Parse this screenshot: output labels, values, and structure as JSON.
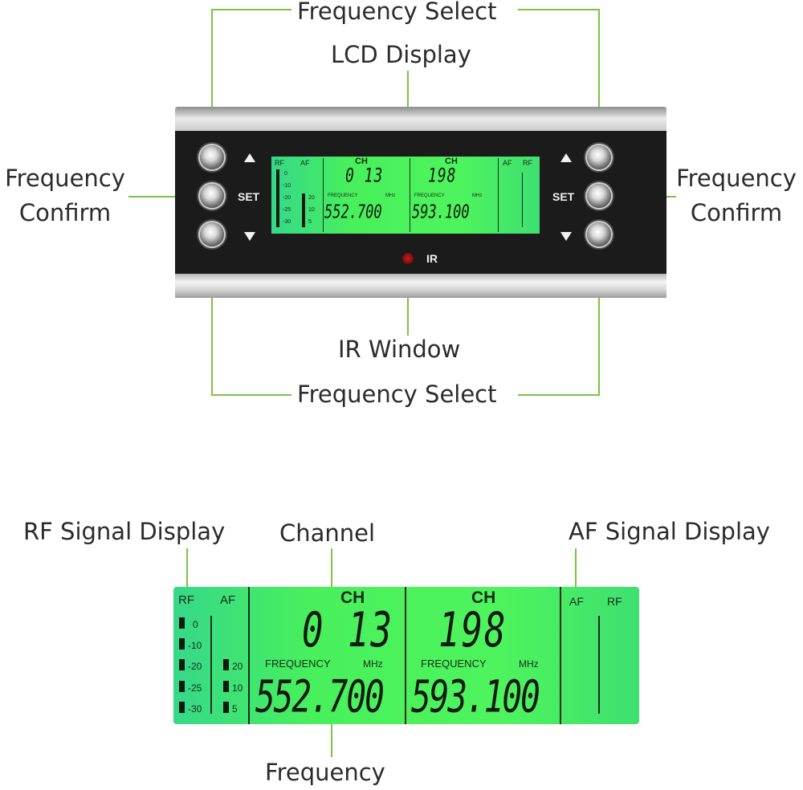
{
  "labels": {
    "freq_select_top": "Frequency Select",
    "lcd_display": "LCD Display",
    "freq_confirm_left_1": "Frequency",
    "freq_confirm_left_2": "Confirm",
    "freq_confirm_right_1": "Frequency",
    "freq_confirm_right_2": "Confirm",
    "ir_window": "IR Window",
    "freq_select_bottom": "Frequency Select",
    "rf_signal_display": "RF Signal Display",
    "channel": "Channel",
    "af_signal_display": "AF Signal Display",
    "frequency": "Frequency"
  },
  "device": {
    "set_label": "SET",
    "ir_label": "IR"
  },
  "lcd": {
    "rf_label": "RF",
    "af_label": "AF",
    "rf_scale": [
      "0",
      "-10",
      "-20",
      "-25",
      "-30"
    ],
    "af_scale": [
      "20",
      "10",
      "5"
    ],
    "ch_label": "CH",
    "frequency_label": "FREQUENCY",
    "mhz_label": "MHz",
    "channel_a": "0 13",
    "channel_b": "198",
    "freq_a": "552.700",
    "freq_b": "593.100"
  },
  "colors": {
    "callout_line": "#7dc242",
    "lcd_green": "#4ef45d"
  }
}
